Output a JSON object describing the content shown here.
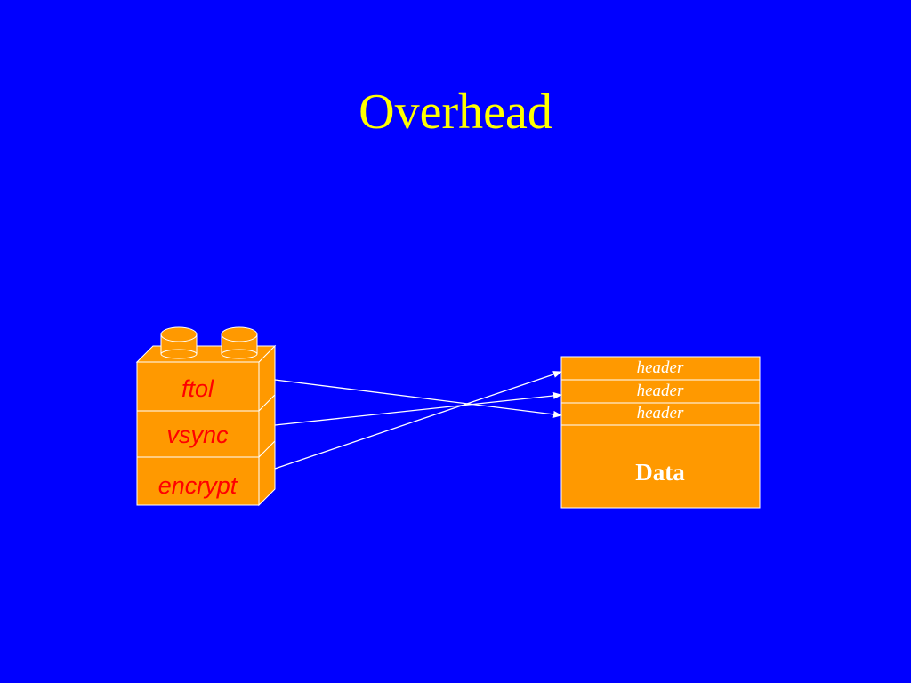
{
  "slide": {
    "title": "Overhead",
    "background": "#0000FF",
    "title_color": "#FFFF00"
  },
  "stack": {
    "layers": [
      "ftol",
      "vsync",
      "encrypt"
    ],
    "fill": "#FF9900",
    "label_color": "#FF0000"
  },
  "packet": {
    "headers": [
      "header",
      "header",
      "header"
    ],
    "data_label": "Data",
    "fill": "#FF9900",
    "text_color": "#FFFFFF"
  },
  "arrows": [
    {
      "from": "ftol",
      "to": "header 3"
    },
    {
      "from": "vsync",
      "to": "header 2"
    },
    {
      "from": "encrypt",
      "to": "header 1"
    }
  ]
}
